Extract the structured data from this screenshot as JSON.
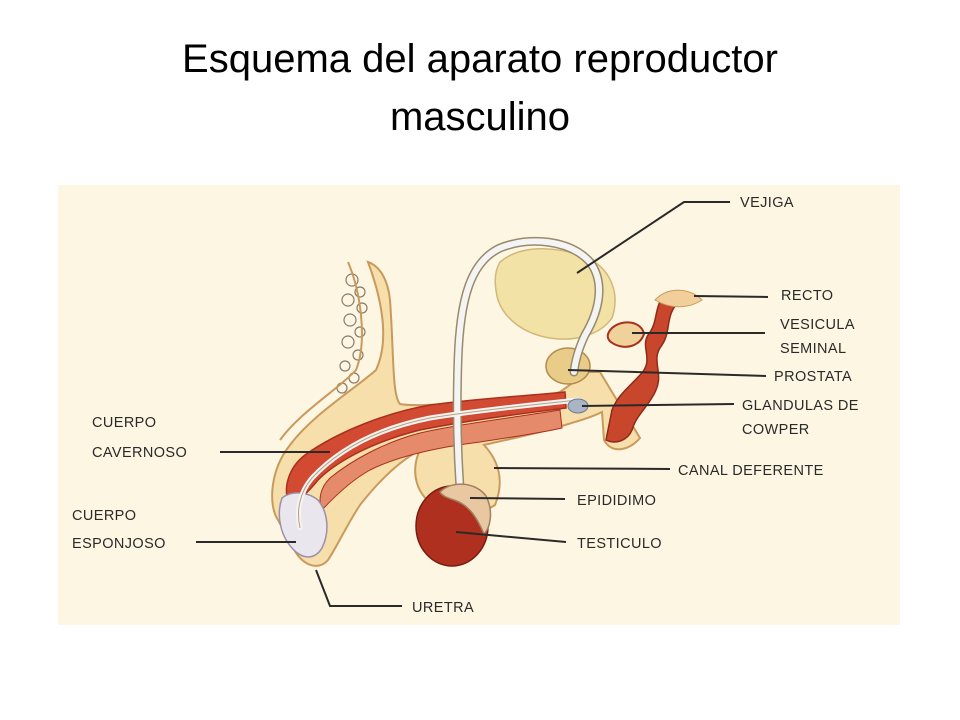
{
  "slide": {
    "title_line1": "Esquema del aparato reproductor",
    "title_line2": "masculino"
  },
  "labels": {
    "vejiga": "VEJIGA",
    "recto": "RECTO",
    "vesicula_1": "VESICULA",
    "vesicula_2": "SEMINAL",
    "prostata": "PROSTATA",
    "cowper_1": "GLANDULAS DE",
    "cowper_2": "COWPER",
    "canal_deferente": "CANAL DEFERENTE",
    "epididimo": "EPIDIDIMO",
    "testiculo": "TESTICULO",
    "uretra": "URETRA",
    "cuerpo_cavernoso_1": "CUERPO",
    "cuerpo_cavernoso_2": "CAVERNOSO",
    "cuerpo_esponjoso_1": "CUERPO",
    "cuerpo_esponjoso_2": "ESPONJOSO"
  },
  "colors": {
    "background": "#ffffff",
    "panel": "#fdf6e3",
    "tissue": "#f6dfaa",
    "tissue_edge": "#c99a5c",
    "erectile": "#d24a32",
    "erectile_dark": "#a8301e",
    "testis": "#b0301f",
    "bladder": "#f2e2a6",
    "duct": "#f4f4f4",
    "glans": "#e9e6ee",
    "cowper": "#a9b4c4",
    "leader": "#2a2a2a"
  }
}
